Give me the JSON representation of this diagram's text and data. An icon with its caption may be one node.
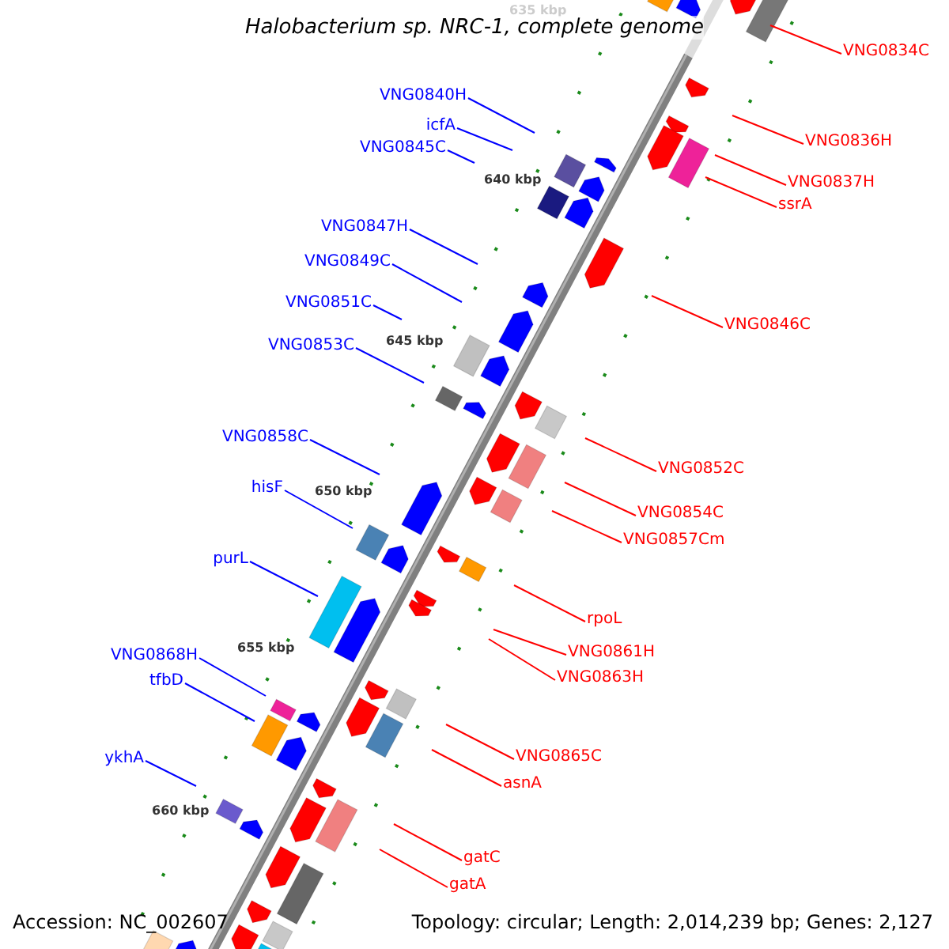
{
  "diagram": {
    "title": "Halobacterium sp. NRC-1, complete genome",
    "nodes": [
      {
        "text": [
          "VNG0834C"
        ]
      },
      {
        "text": [
          "VNG0840H"
        ]
      },
      {
        "text": [
          "icfA"
        ]
      },
      {
        "text": [
          "VNG0836H"
        ]
      },
      {
        "text": [
          "VNG0845C"
        ]
      },
      {
        "text": [
          "VNG0837H"
        ]
      },
      {
        "text": [
          "ssrA"
        ]
      },
      {
        "text": [
          "VNG0847H"
        ]
      },
      {
        "text": [
          "VNG0849C"
        ]
      },
      {
        "text": [
          "VNG0851C"
        ]
      },
      {
        "text": [
          "VNG0846C"
        ]
      },
      {
        "text": [
          "VNG0853C"
        ]
      },
      {
        "text": [
          "VNG0858C"
        ]
      },
      {
        "text": [
          "VNG0852C"
        ]
      },
      {
        "text": [
          "hisF"
        ]
      },
      {
        "text": [
          "VNG0854C"
        ]
      },
      {
        "text": [
          "VNG0857Cm"
        ]
      },
      {
        "text": [
          "purL"
        ]
      },
      {
        "text": [
          "rpoL"
        ]
      },
      {
        "text": [
          "VNG0861H"
        ]
      },
      {
        "text": [
          "VNG0868H"
        ]
      },
      {
        "text": [
          "VNG0863H"
        ]
      },
      {
        "text": [
          "tfbD"
        ]
      },
      {
        "text": [
          "VNG0865C"
        ]
      },
      {
        "text": [
          "ykhA"
        ]
      },
      {
        "text": [
          "asnA"
        ]
      },
      {
        "text": [
          "gatC"
        ]
      },
      {
        "text": [
          "gatA"
        ]
      }
    ],
    "edges": [
      {
        "from": 0,
        "to": null,
        "arrow": "none"
      },
      {
        "from": 1,
        "to": null,
        "arrow": "none",
        "color": "#0000ff"
      },
      {
        "from": 2,
        "to": null,
        "arrow": "none",
        "color": "#0000ff"
      },
      {
        "from": 3,
        "to": null,
        "arrow": "none"
      },
      {
        "from": 4,
        "to": null,
        "arrow": "none",
        "color": "#0000ff"
      },
      {
        "from": 5,
        "to": null,
        "arrow": "none"
      },
      {
        "from": 6,
        "to": null,
        "arrow": "none"
      },
      {
        "from": 7,
        "to": null,
        "arrow": "none",
        "color": "#0000ff"
      },
      {
        "from": 8,
        "to": null,
        "arrow": "none",
        "color": "#0000ff"
      },
      {
        "from": 9,
        "to": null,
        "arrow": "none",
        "color": "#0000ff"
      },
      {
        "from": 10,
        "to": null,
        "arrow": "none"
      },
      {
        "from": 11,
        "to": null,
        "arrow": "none",
        "color": "#0000ff"
      },
      {
        "from": 12,
        "to": null,
        "arrow": "none",
        "color": "#0000ff"
      },
      {
        "from": 13,
        "to": null,
        "arrow": "none"
      },
      {
        "from": 14,
        "to": null,
        "arrow": "none",
        "color": "#0000ff"
      },
      {
        "from": 15,
        "to": null,
        "arrow": "none"
      },
      {
        "from": 16,
        "to": null,
        "arrow": "none"
      },
      {
        "from": 17,
        "to": null,
        "arrow": "none",
        "color": "#0000ff"
      },
      {
        "from": 18,
        "to": null,
        "arrow": "none"
      },
      {
        "from": 19,
        "to": null,
        "arrow": "none"
      },
      {
        "from": 20,
        "to": null,
        "arrow": "none",
        "color": "#0000ff"
      },
      {
        "from": 21,
        "to": null,
        "arrow": "none"
      },
      {
        "from": 22,
        "to": null,
        "arrow": "none",
        "color": "#0000ff"
      },
      {
        "from": 23,
        "to": null,
        "arrow": "none"
      },
      {
        "from": 24,
        "to": null,
        "arrow": "none",
        "color": "#0000ff"
      },
      {
        "from": 25,
        "to": null,
        "arrow": "none"
      },
      {
        "from": 26,
        "to": null,
        "arrow": "none"
      },
      {
        "from": 27,
        "to": null,
        "arrow": "none"
      }
    ],
    "labels": [
      "635 kbp",
      "640 kbp",
      "645 kbp",
      "650 kbp",
      "655 kbp",
      "660 kbp",
      "Accession: NC_002607",
      "Topology: circular; Length: 2,014,239 bp; Genes: 2,127"
    ]
  }
}
